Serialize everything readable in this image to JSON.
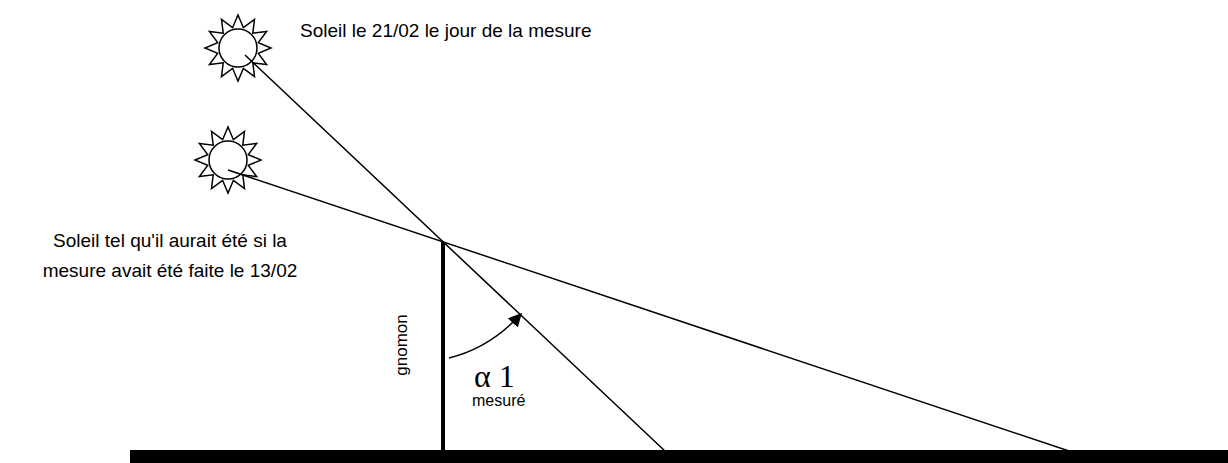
{
  "diagram": {
    "labels": [
      "Soleil le 21/02 le jour de la mesure",
      "Soleil tel qu'il aurait été si la mesure avait été faite le 13/02",
      "gnomon",
      "α 1",
      "mesuré"
    ]
  }
}
